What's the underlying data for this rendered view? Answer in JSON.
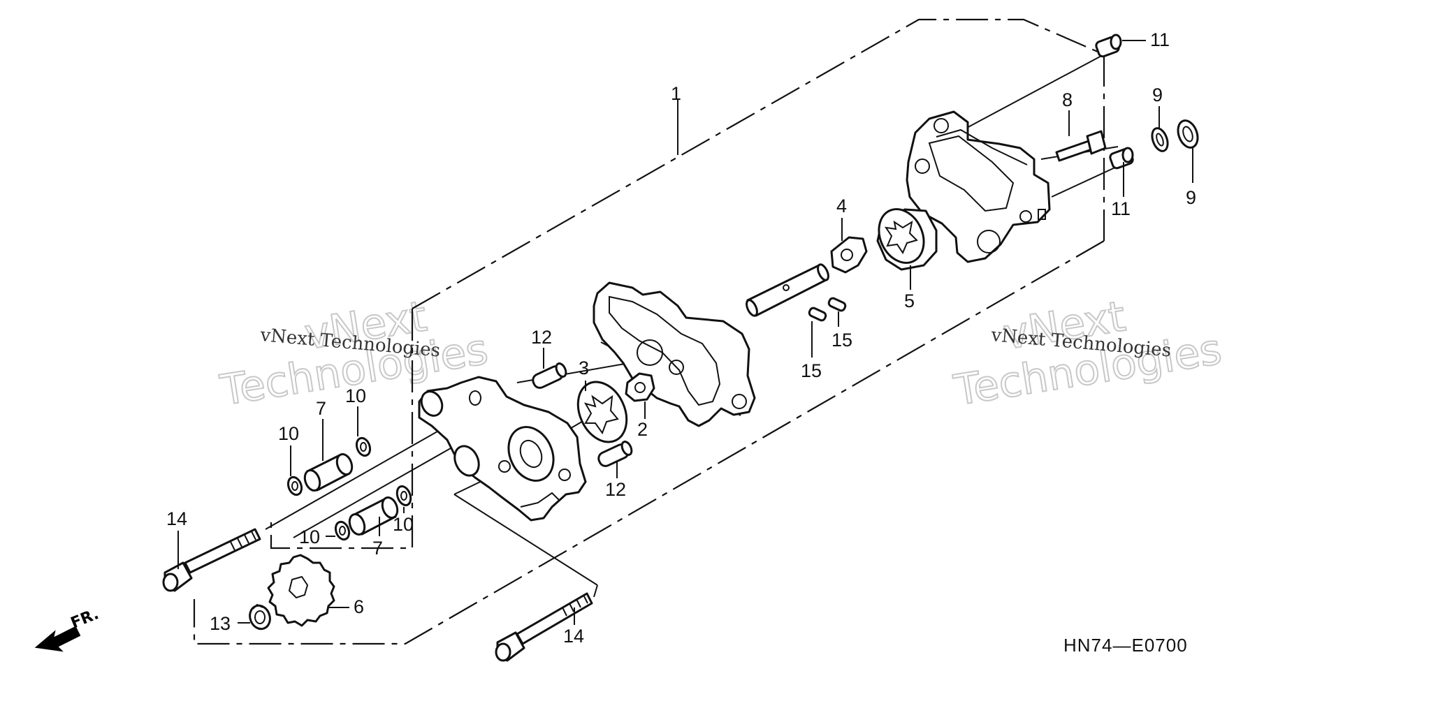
{
  "callouts": {
    "c1": "1",
    "c2": "2",
    "c3": "3",
    "c4": "4",
    "c5": "5",
    "c6": "6",
    "c7a": "7",
    "c7b": "7",
    "c8": "8",
    "c9a": "9",
    "c9b": "9",
    "c10a": "10",
    "c10b": "10",
    "c10c": "10",
    "c10d": "10",
    "c11a": "11",
    "c11b": "11",
    "c12a": "12",
    "c12b": "12",
    "c13": "13",
    "c14a": "14",
    "c14b": "14",
    "c15a": "15",
    "c15b": "15"
  },
  "diagram_code": "HN74—E0700",
  "front_marker": "FR.",
  "watermarks": {
    "left_small": "vNext Technologies",
    "left_big_1": "vNext",
    "left_big_2": "Technologies",
    "right_small": "vNext Technologies",
    "right_big_1": "vNext",
    "right_big_2": "Technologies"
  }
}
